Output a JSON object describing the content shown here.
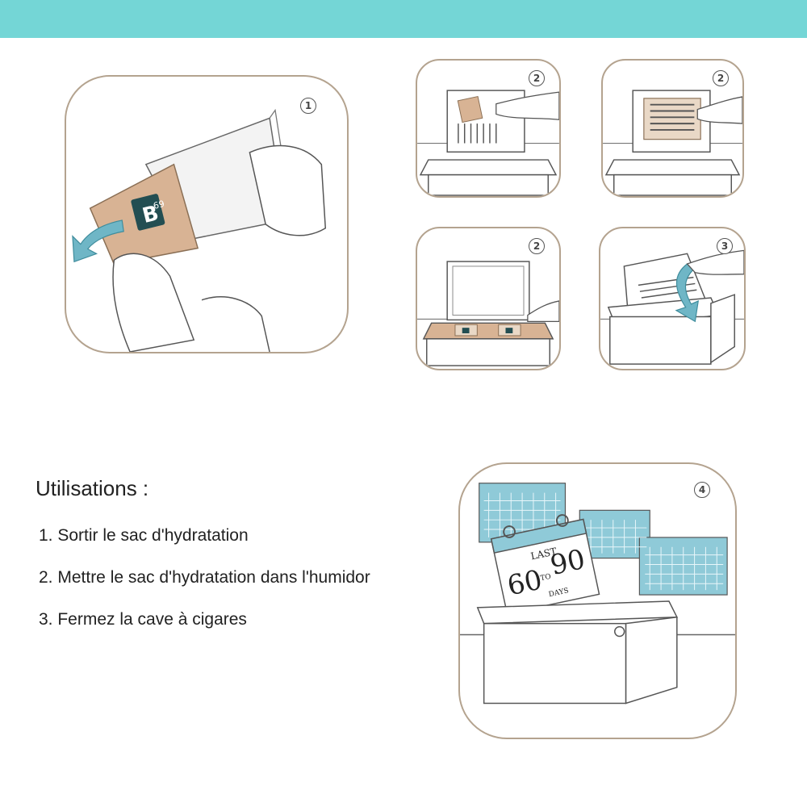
{
  "colors": {
    "band": "#74d6d6",
    "panel_border": "#b4a38f",
    "arrow": "#6fb6c6",
    "calendar": "#8fcad8",
    "packet": "#d8b394"
  },
  "steps": [
    {
      "badge": "1"
    },
    {
      "badge": "2"
    },
    {
      "badge": "2"
    },
    {
      "badge": "2"
    },
    {
      "badge": "3"
    },
    {
      "badge": "4"
    }
  ],
  "packet": {
    "logo": "B",
    "number": "69"
  },
  "calendar": {
    "top": "LAST",
    "from": "60",
    "to": "TO",
    "until": "90",
    "unit": "DAYS"
  },
  "instructions": {
    "heading": "Utilisations :",
    "items": [
      "1. Sortir le sac d'hydratation",
      "2. Mettre le sac d'hydratation dans l'humidor",
      "3. Fermez la cave à cigares"
    ]
  }
}
